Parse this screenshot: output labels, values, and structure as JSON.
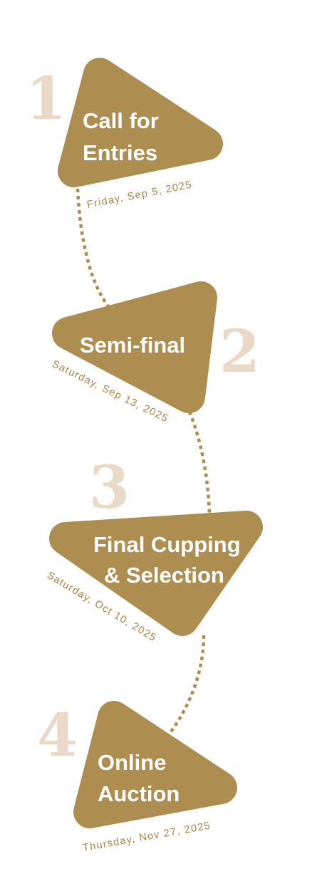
{
  "colors": {
    "gold": "#ad8d50",
    "number": "#ead9c7",
    "title_text": "#ffffff",
    "date_text": "#a58446"
  },
  "steps": [
    {
      "number": "1",
      "title_lines": [
        "Call for",
        "Entries"
      ],
      "date": "Friday, Sep 5, 2025"
    },
    {
      "number": "2",
      "title_lines": [
        "Semi-final"
      ],
      "date": "Saturday, Sep 13, 2025"
    },
    {
      "number": "3",
      "title_lines": [
        "Final Cupping",
        "& Selection"
      ],
      "date": "Saturday, Oct 10, 2025"
    },
    {
      "number": "4",
      "title_lines": [
        "Online",
        "Auction"
      ],
      "date": "Thursday, Nov 27, 2025"
    }
  ]
}
